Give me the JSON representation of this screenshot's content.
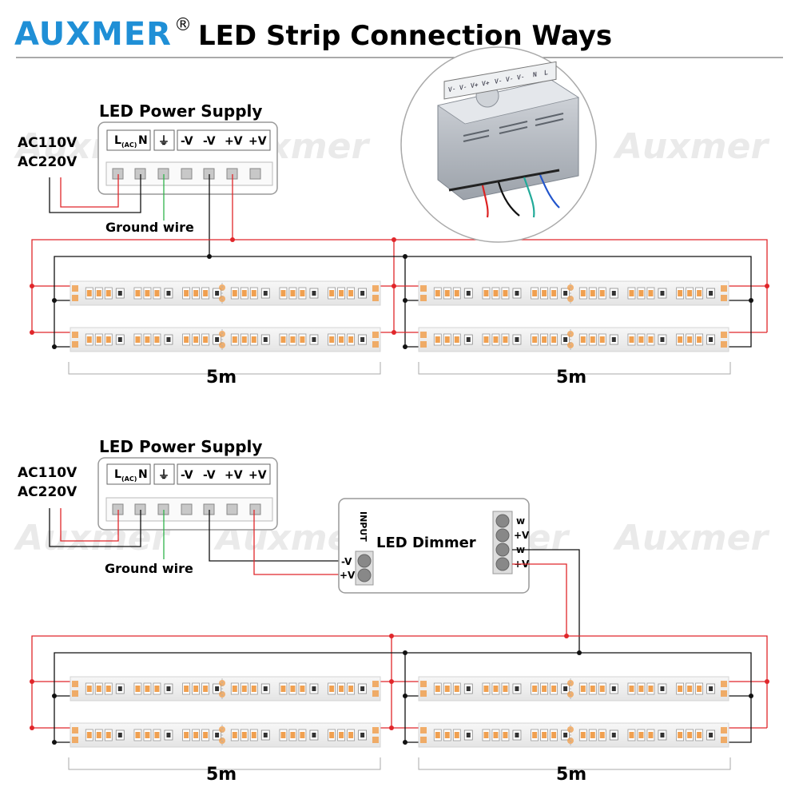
{
  "header": {
    "brand": "AUXMER",
    "registered": "®",
    "title": "LED Strip Connection Ways"
  },
  "watermark": "Auxmer",
  "power_supply": {
    "title": "LED Power Supply",
    "input_voltage": [
      "AC110V",
      "AC220V"
    ],
    "terminal_L": "L",
    "terminal_ac": "(AC)",
    "terminal_N": "N",
    "terminal_ground": "⏚",
    "outputs": [
      "-V",
      "-V",
      "+V",
      "+V"
    ],
    "ground_wire_label": "Ground wire"
  },
  "photo_panel": {
    "terminal_labels": [
      "V-",
      "V-",
      "V+",
      "V+",
      "V-",
      "V-",
      "V-",
      "N",
      "L"
    ]
  },
  "dimmer": {
    "title": "LED Dimmer",
    "input_label": "INPUT",
    "input_pins": [
      "-V",
      "+V"
    ],
    "output_pins": [
      "w",
      "+V",
      "w",
      "+V"
    ]
  },
  "strip_length": "5m",
  "wire_colors": {
    "positive": "#e0262a",
    "negative": "#111111",
    "ground": "#2fb34a",
    "led_chip": "#f0a050",
    "brand": "#1f8fd6"
  }
}
